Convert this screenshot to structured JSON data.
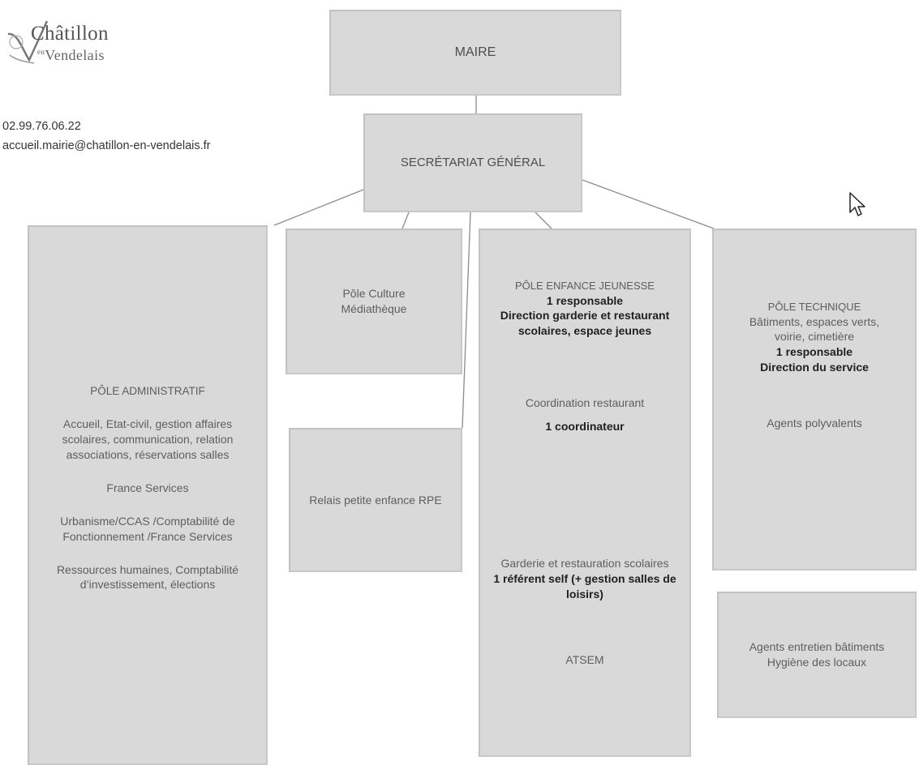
{
  "logo": {
    "line1": "Châtillon",
    "line2_sup": "en",
    "line2": "Vendelais"
  },
  "contact": {
    "phone": "02.99.76.06.22",
    "email": "accueil.mairie@chatillon-en-vendelais.fr"
  },
  "maire": {
    "title": "MAIRE"
  },
  "secretariat": {
    "title": "SECRÉTARIAT GÉNÉRAL"
  },
  "pole_admin": {
    "title": "PÔLE ADMINISTRATIF",
    "line1": "Accueil, Etat-civil, gestion affaires scolaires, communication, relation associations, réservations salles",
    "line2": "France Services",
    "line3": "Urbanisme/CCAS /Comptabilité de Fonctionnement /France Services",
    "line4": "Ressources humaines, Comptabilité d’investissement, élections"
  },
  "pole_culture": {
    "line1": "Pôle Culture",
    "line2": "Médiathèque"
  },
  "relais": {
    "title": "Relais petite enfance RPE"
  },
  "pole_enfance": {
    "title": "PÔLE ENFANCE JEUNESSE",
    "responsable": "1 responsable",
    "direction": "Direction garderie et restaurant scolaires, espace jeunes",
    "coordination": "Coordination restaurant",
    "coordinateur": "1 coordinateur",
    "garderie": "Garderie et restauration scolaires",
    "referent": "1 référent self (+ gestion salles de loisirs)",
    "atsem": "ATSEM"
  },
  "pole_technique": {
    "title": "PÔLE TECHNIQUE",
    "subtitle": "Bâtiments, espaces verts, voirie, cimetière",
    "responsable": "1 responsable",
    "direction": "Direction du service",
    "agents": "Agents polyvalents"
  },
  "entretien": {
    "line1": "Agents entretien bâtiments",
    "line2": "Hygiène des locaux"
  },
  "colors": {
    "box": "#d9d9d9",
    "line": "#8c8c8c",
    "bold_text": "#1f1f1f",
    "text": "#5e5e5e"
  },
  "icons": {
    "logo": "chatillon-logo",
    "cursor": "mouse-pointer-icon"
  }
}
